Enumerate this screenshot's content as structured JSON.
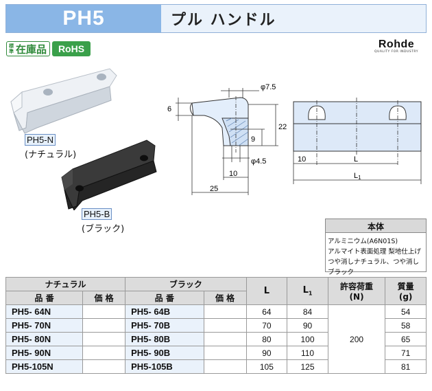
{
  "header": {
    "code": "PH5",
    "title": "プル ハンドル"
  },
  "badges": {
    "std_small": "標準",
    "std_main": "在庫品",
    "rohs": "RoHS"
  },
  "logo": {
    "main": "Rohde",
    "sub": "QUALITY FOR INDUSTRY"
  },
  "products": {
    "natural_code": "PH5-N",
    "natural_name": "(ナチュラル)",
    "black_code": "PH5-B",
    "black_name": "(ブラック)"
  },
  "dims": {
    "d75": "φ7.5",
    "d45": "φ4.5",
    "h6": "6",
    "h22": "22",
    "h9": "9",
    "w10": "10",
    "w25": "25",
    "f10": "10",
    "fL": "L",
    "fL1": "L"
  },
  "colors": {
    "header_code_bg": "#8ab6e6",
    "header_title_bg": "#eaf2fb",
    "badge_green": "#3aa04a",
    "cell_blue": "#eaf2fb",
    "black_part": "#2a2a2a",
    "aluminium_part": "#dde3ea"
  },
  "spec": {
    "title": "本体",
    "lines": [
      "アルミニウム(A6N01S)",
      "アルマイト表面処理 梨地仕上げ",
      "つや消しナチュラル、つや消しブラック"
    ]
  },
  "table": {
    "group_natural": "ナチュラル",
    "group_black": "ブラック",
    "col_part": "品 番",
    "col_price": "価 格",
    "col_L": "L",
    "col_L1": "L",
    "col_L1_sub": "1",
    "col_load": "許容荷重",
    "col_load_unit": "(N)",
    "col_mass": "質量",
    "col_mass_unit": "(g)",
    "load_value": "200",
    "rows": [
      {
        "n": "PH5- 64N",
        "b": "PH5- 64B",
        "L": "64",
        "L1": "84",
        "g": "54"
      },
      {
        "n": "PH5- 70N",
        "b": "PH5- 70B",
        "L": "70",
        "L1": "90",
        "g": "58"
      },
      {
        "n": "PH5- 80N",
        "b": "PH5- 80B",
        "L": "80",
        "L1": "100",
        "g": "65"
      },
      {
        "n": "PH5- 90N",
        "b": "PH5- 90B",
        "L": "90",
        "L1": "110",
        "g": "71"
      },
      {
        "n": "PH5-105N",
        "b": "PH5-105B",
        "L": "105",
        "L1": "125",
        "g": "81"
      }
    ]
  }
}
